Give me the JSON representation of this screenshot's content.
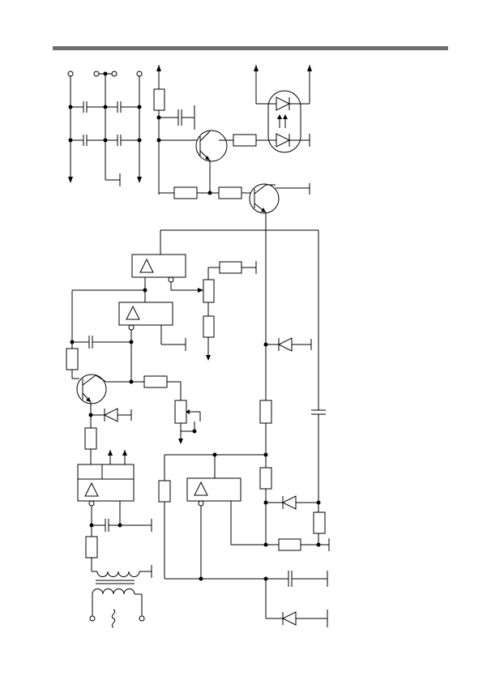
{
  "page": {
    "background": "#ffffff",
    "rule_color": "#6e6e6e",
    "ink": "#000000"
  },
  "schematic": {
    "components": {
      "resistors": 14,
      "capacitors": 9,
      "diodes": 5,
      "transistors": 3,
      "amplifier_blocks": 4,
      "optocoupler_leds": 2,
      "transformers": 1,
      "potentiometers": 2
    },
    "icons": [
      "resistor-icon",
      "capacitor-icon",
      "diode-icon",
      "npn-transistor-icon",
      "amplifier-triangle-icon",
      "led-icon",
      "transformer-icon",
      "ground-icon",
      "arrow-icon"
    ]
  }
}
